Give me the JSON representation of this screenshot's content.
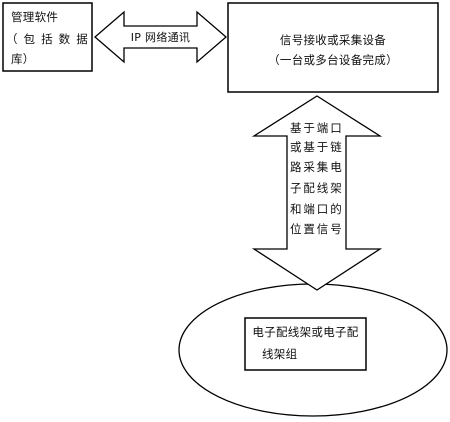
{
  "mgmt": {
    "title": "管理软件",
    "paren_open": "（包括数据",
    "paren_close": "库）"
  },
  "link": {
    "label": "IP 网络通讯"
  },
  "device": {
    "title": "信号接收或采集设备",
    "subtitle": "（一台或多台设备完成）"
  },
  "signal": {
    "lines": [
      "基于端口",
      "或基于链",
      "路采集电",
      "子配线架",
      "和端口的",
      "位置信号"
    ]
  },
  "frame": {
    "line1": "电子配线架或电子配",
    "line2": "线架组"
  }
}
